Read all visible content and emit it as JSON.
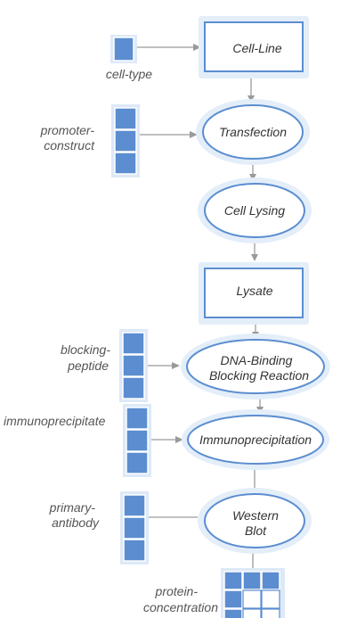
{
  "diagram": {
    "process_nodes": {
      "cell_line": "Cell-Line",
      "transfection": "Transfection",
      "cell_lysing": "Cell Lysing",
      "lysate": "Lysate",
      "dna_binding_line1": "DNA-Binding",
      "dna_binding_line2": "Blocking Reaction",
      "immunoprecipitation": "Immunoprecipitation",
      "western_line1": "Western",
      "western_line2": "Blot"
    },
    "input_labels": {
      "cell_type": "cell-type",
      "promoter_line1": "promoter-",
      "promoter_line2": "construct",
      "blocking_line1": "blocking-",
      "blocking_line2": "peptide",
      "immunoprecipitate": "immunoprecipitate",
      "primary_line1": "primary-",
      "primary_line2": "antibody",
      "protein_line1": "protein-",
      "protein_line2": "concentration"
    },
    "colors": {
      "node_stroke": "#5b8dd0",
      "node_halo": "#e3eef9",
      "edge": "#9a9a9a",
      "cell_fill": "#5b8dd0"
    }
  }
}
